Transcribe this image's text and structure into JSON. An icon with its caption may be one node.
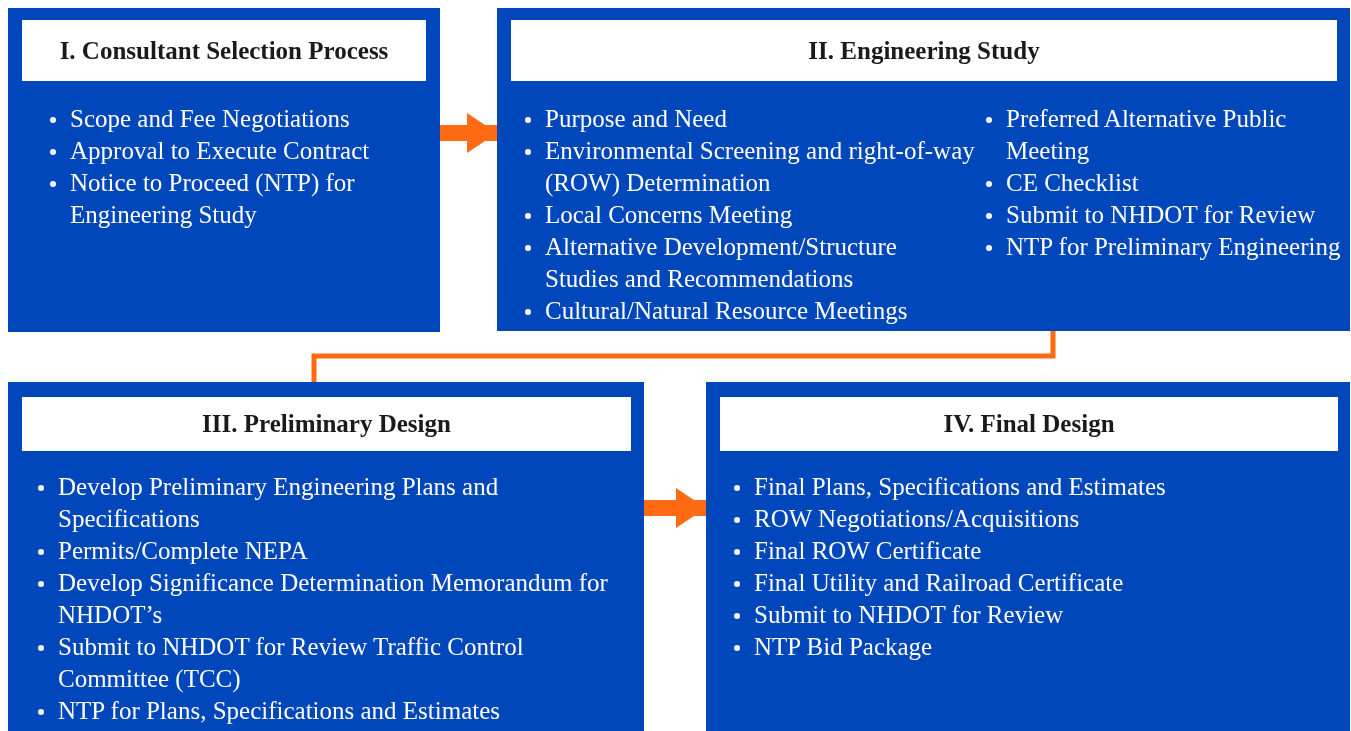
{
  "diagram": {
    "nodes": [
      {
        "text": [
          "I. Consultant Selection Process",
          "Scope and Fee Negotiations",
          "Approval to Execute Contract",
          "Notice to Proceed (NTP) for Engineering Study"
        ]
      },
      {
        "text": [
          "II. Engineering Study",
          "Purpose and Need",
          "Environmental Screening and right-of-way (ROW) Determination",
          "Local Concerns Meeting",
          "Alternative Development/Structure Studies and Recommendations",
          "Cultural/Natural Resource Meetings",
          "Preferred Alternative Public Meeting",
          "CE Checklist",
          "Submit to NHDOT for Review",
          "NTP for Preliminary Engineering"
        ]
      },
      {
        "text": [
          "III. Preliminary Design",
          "Develop Preliminary Engineering Plans and Specifications",
          "Permits/Complete NEPA",
          "Develop Significance Determination Memorandum for NHDOT’s",
          "Submit to NHDOT for Review Traffic Control Committee (TCC)",
          "NTP for Plans, Specifications and Estimates"
        ]
      },
      {
        "text": [
          "IV. Final Design",
          "Final Plans, Specifications and Estimates",
          "ROW Negotiations/Acquisitions",
          "Final ROW Certificate",
          "Final Utility and Railroad Certificate",
          "Submit to NHDOT for Review",
          "NTP Bid Package"
        ]
      }
    ],
    "edges": [
      {
        "from": 0,
        "to": 1,
        "arrow": "to"
      },
      {
        "from": 1,
        "to": 2,
        "arrow": "none"
      },
      {
        "from": 2,
        "to": 3,
        "arrow": "to"
      }
    ]
  }
}
